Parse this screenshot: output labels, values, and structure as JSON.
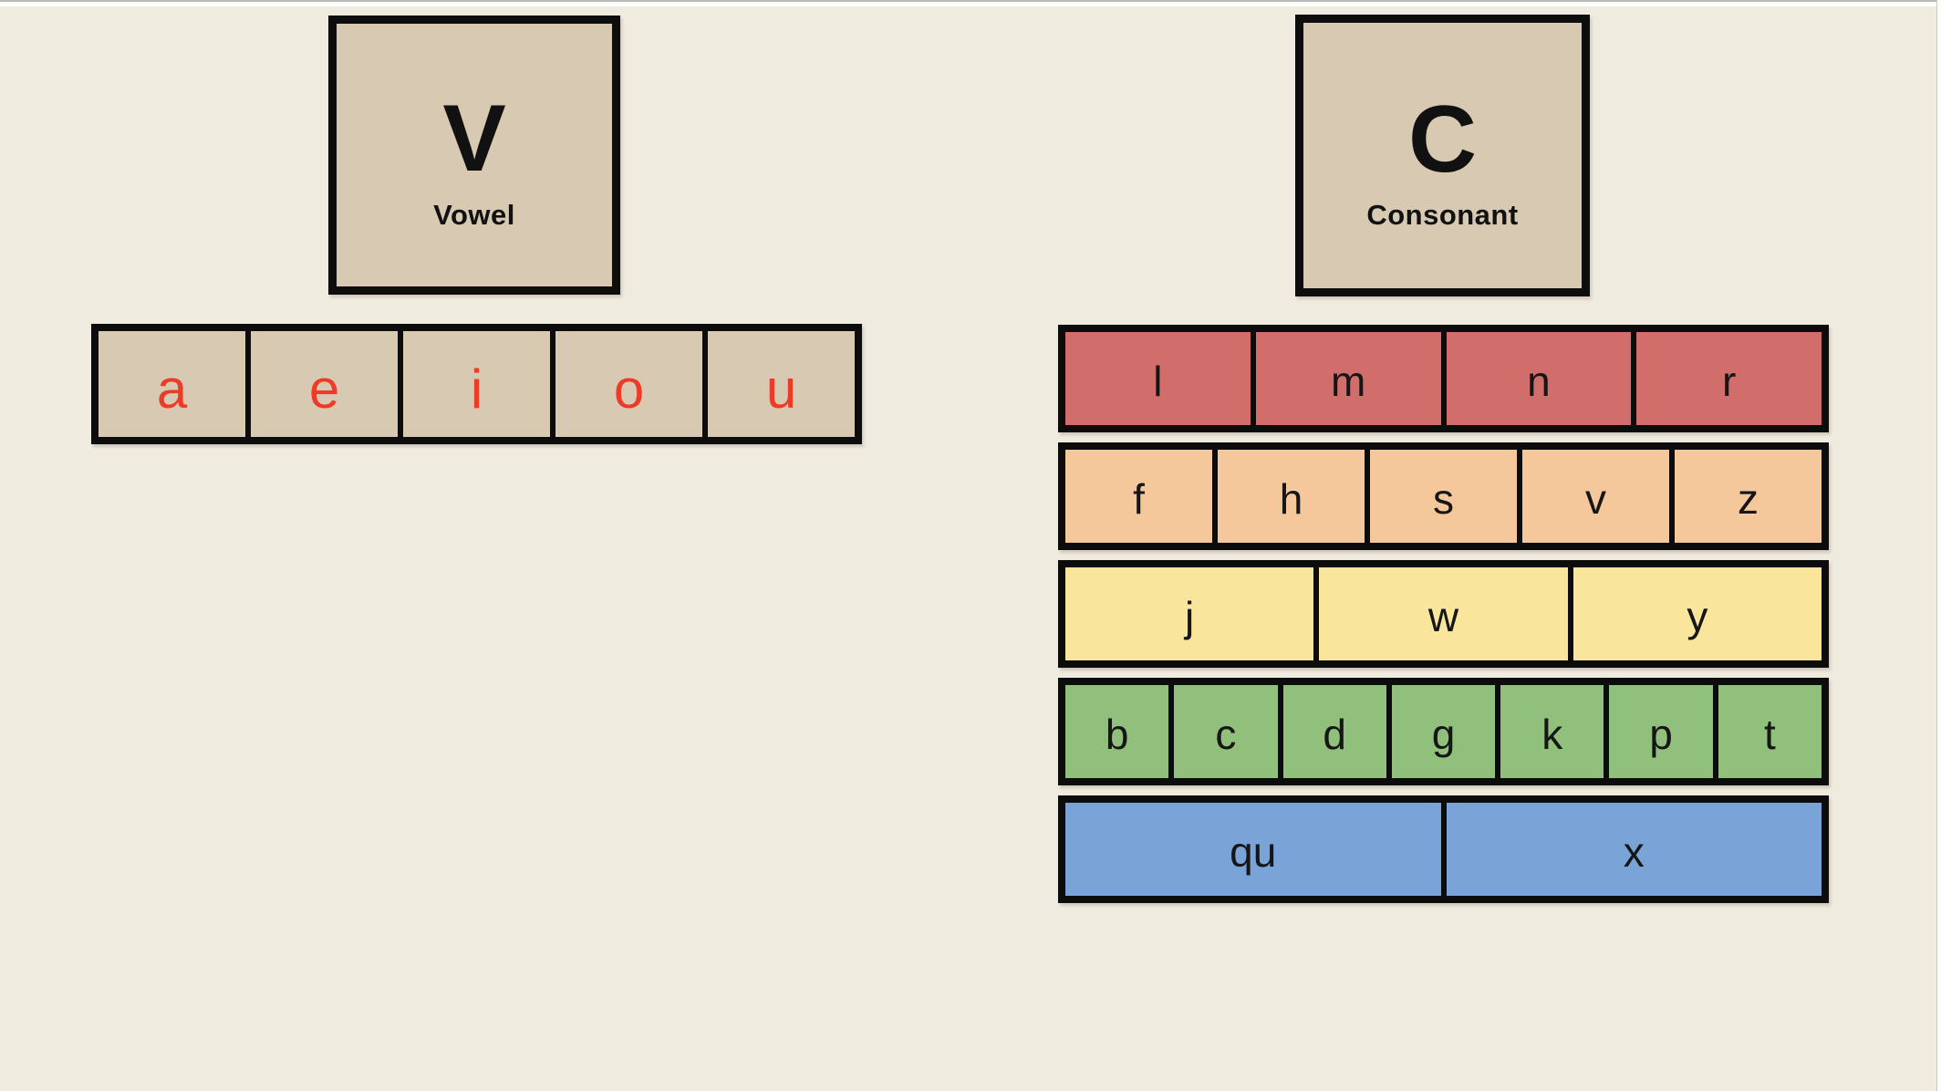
{
  "window": {
    "top_edge_color": "#b9b9b9",
    "right_edge_color": "#c9c9c9"
  },
  "board": {
    "background": "#f0ebdf",
    "border_color": "#0d0d0d"
  },
  "vowel_section": {
    "card": {
      "symbol": "V",
      "label": "Vowel",
      "bg": "#d8c9b2"
    },
    "tile_row": {
      "bg": "#d8c9b2",
      "letter_color": "#ee3b27",
      "letters": [
        "a",
        "e",
        "i",
        "o",
        "u"
      ]
    }
  },
  "consonant_section": {
    "card": {
      "symbol": "C",
      "label": "Consonant",
      "bg": "#d8c9b2"
    },
    "letter_color": "#161616",
    "rows": [
      {
        "name": "consonant-row-red",
        "color": "#d16e6c",
        "letters": [
          "l",
          "m",
          "n",
          "r"
        ]
      },
      {
        "name": "consonant-row-orange",
        "color": "#f5c89b",
        "letters": [
          "f",
          "h",
          "s",
          "v",
          "z"
        ]
      },
      {
        "name": "consonant-row-yellow",
        "color": "#f9e59c",
        "letters": [
          "j",
          "w",
          "y"
        ]
      },
      {
        "name": "consonant-row-green",
        "color": "#90c07b",
        "letters": [
          "b",
          "c",
          "d",
          "g",
          "k",
          "p",
          "t"
        ]
      },
      {
        "name": "consonant-row-blue",
        "color": "#7aa4d8",
        "letters": [
          "qu",
          "x"
        ]
      }
    ]
  }
}
